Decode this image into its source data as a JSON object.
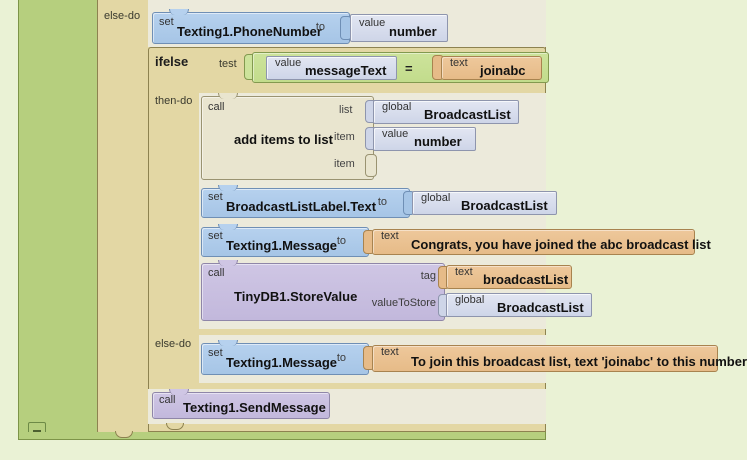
{
  "canvas": {
    "background": "#eaf2d5",
    "outer_block_color": "#b6cf7e",
    "control_block_color": "#e3d7a4",
    "setter_block_color": "#aecbea",
    "component_call_color": "#c8bfe0",
    "text_block_color": "#e8c498",
    "variable_block_color": "#d8dced",
    "builtin_list_color": "#e9e5cf",
    "logic_compare_color": "#c7e095"
  },
  "blocks": {
    "else_do_label": "else-do",
    "set_phone": {
      "kw": "set",
      "title": "Texting1.PhoneNumber",
      "socket": "to",
      "value": {
        "kw": "value",
        "name": "number"
      }
    },
    "ifelse": {
      "title": "ifelse",
      "test_label": "test",
      "then_label": "then-do",
      "else_label": "else-do",
      "compare": {
        "left": {
          "kw": "value",
          "name": "messageText"
        },
        "operator": "=",
        "right": {
          "kw": "text",
          "name": "joinabc"
        }
      }
    },
    "add_items": {
      "kw": "call",
      "title": "add items to list",
      "sockets": [
        "list",
        "item",
        "item"
      ],
      "list_value": {
        "kw": "global",
        "name": "BroadcastList"
      },
      "item_value": {
        "kw": "value",
        "name": "number"
      }
    },
    "set_label": {
      "kw": "set",
      "title": "BroadcastListLabel.Text",
      "socket": "to",
      "value": {
        "kw": "global",
        "name": "BroadcastList"
      }
    },
    "set_message_then": {
      "kw": "set",
      "title": "Texting1.Message",
      "socket": "to",
      "value": {
        "kw": "text",
        "name": "Congrats, you have joined the abc broadcast list"
      }
    },
    "store_value": {
      "kw": "call",
      "title": "TinyDB1.StoreValue",
      "sockets": [
        "tag",
        "valueToStore"
      ],
      "tag_value": {
        "kw": "text",
        "name": "broadcastList"
      },
      "store_value": {
        "kw": "global",
        "name": "BroadcastList"
      }
    },
    "set_message_else": {
      "kw": "set",
      "title": "Texting1.Message",
      "socket": "to",
      "value": {
        "kw": "text",
        "name": "To join this broadcast list, text 'joinabc' to this number."
      }
    },
    "send_message": {
      "kw": "call",
      "title": "Texting1.SendMessage"
    }
  },
  "controls": {
    "collapse_button": "−"
  }
}
